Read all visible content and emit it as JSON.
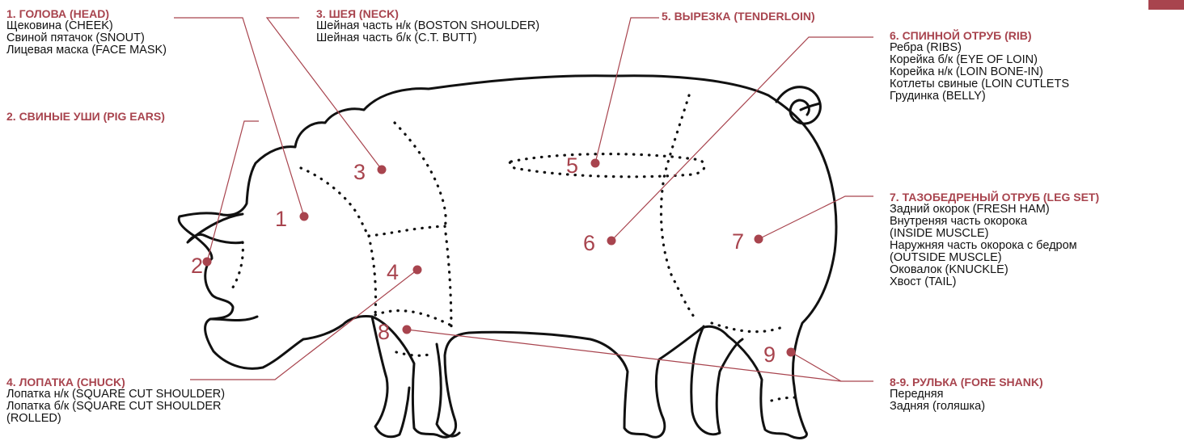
{
  "accent": "#a8444e",
  "sections": [
    {
      "title": "1. ГОЛОВА (HEAD)",
      "lines": [
        "Щековина (CHEEK)",
        "Свиной пятачок (SNOUT)",
        "Лицевая маска (FACE MASK)"
      ]
    },
    {
      "title": "2. СВИНЫЕ УШИ (PIG EARS)",
      "lines": []
    },
    {
      "title": "3. ШЕЯ (NECK)",
      "lines": [
        "Шейная часть н/к (BOSTON SHOULDER)",
        "Шейная часть б/к  (C.T. BUTT)"
      ]
    },
    {
      "title": "4. ЛОПАТКА (CHUCK)",
      "lines": [
        "Лопатка н/к (SQUARE CUT SHOULDER)",
        "Лопатка б/к (SQUARE CUT SHOULDER",
        "(ROLLED)"
      ]
    },
    {
      "title": "5. ВЫРЕЗКА (TENDERLOIN)",
      "lines": []
    },
    {
      "title": "6. СПИННОЙ ОТРУБ (RIB)",
      "lines": [
        "Ребра (RIBS)",
        "Корейка б/к (EYE OF LOIN)",
        "Корейка н/к (LOIN BONE-IN)",
        "Котлеты свиные (LOIN CUTLETS",
        "Грудинка (BELLY)"
      ]
    },
    {
      "title": "7. ТАЗОБЕДРЕНЫЙ ОТРУБ (LEG SET)",
      "lines": [
        "Задний окорок (FRESH HAM)",
        "Внутреняя часть окорока",
        "(INSIDE MUSCLE)",
        "Наружняя часть окорока с бедром",
        "(OUTSIDE MUSCLE)",
        "Оковалок (KNUCKLE)",
        "Хвост (TAIL)"
      ]
    },
    {
      "title": "8-9. РУЛЬКА (FORE SHANK)",
      "lines": [
        "Передняя",
        "Задняя (голяшка)"
      ]
    }
  ],
  "markers": [
    "1",
    "2",
    "3",
    "4",
    "5",
    "6",
    "7",
    "8",
    "9"
  ]
}
